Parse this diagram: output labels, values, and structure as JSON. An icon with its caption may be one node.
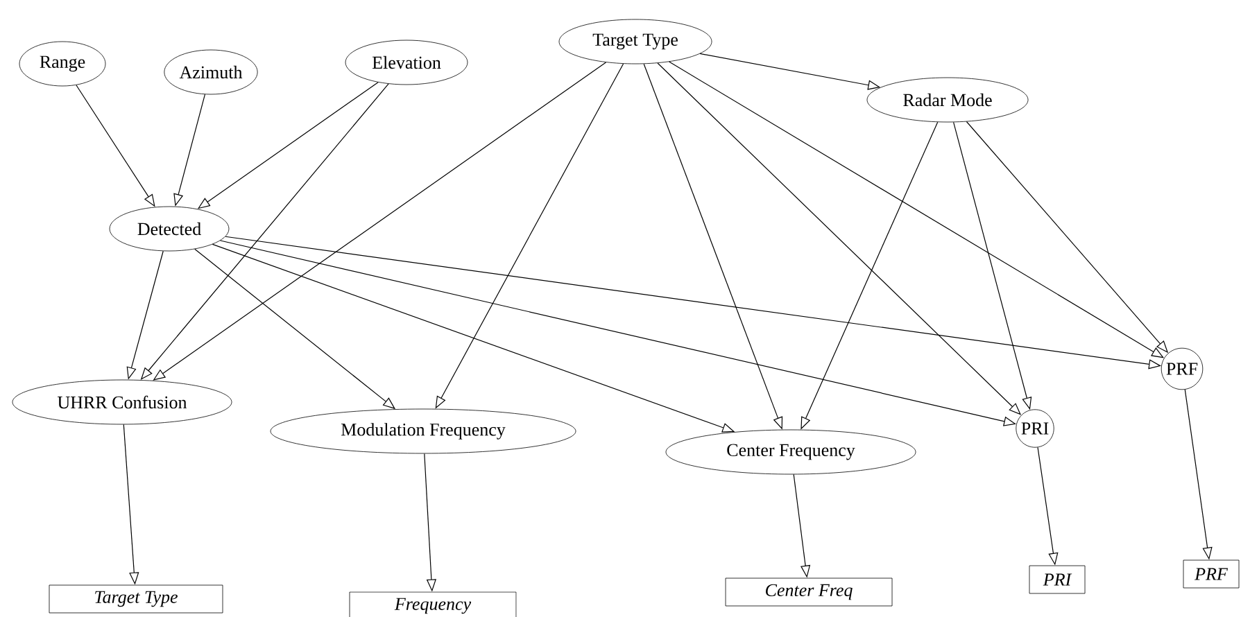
{
  "diagram": {
    "nodes": [
      {
        "text": [
          "Range"
        ]
      },
      {
        "text": [
          "Azimuth"
        ]
      },
      {
        "text": [
          "Elevation"
        ]
      },
      {
        "text": [
          "Target Type"
        ]
      },
      {
        "text": [
          "Radar Mode"
        ]
      },
      {
        "text": [
          "Detected"
        ]
      },
      {
        "text": [
          "UHRR Confusion"
        ]
      },
      {
        "text": [
          "Modulation Frequency"
        ]
      },
      {
        "text": [
          "Center Frequency"
        ]
      },
      {
        "text": [
          "PRI"
        ]
      },
      {
        "text": [
          "PRF"
        ]
      },
      {
        "text": [
          "Target Type"
        ]
      },
      {
        "text": [
          "Frequency"
        ]
      },
      {
        "text": [
          "Center Freq"
        ]
      },
      {
        "text": [
          "PRI"
        ]
      },
      {
        "text": [
          "PRF"
        ]
      }
    ],
    "edges": [
      {
        "from": 0,
        "to": 5,
        "arrow": "to"
      },
      {
        "from": 1,
        "to": 5,
        "arrow": "to"
      },
      {
        "from": 2,
        "to": 5,
        "arrow": "to"
      },
      {
        "from": 2,
        "to": 6,
        "arrow": "to"
      },
      {
        "from": 3,
        "to": 6,
        "arrow": "to"
      },
      {
        "from": 3,
        "to": 7,
        "arrow": "to"
      },
      {
        "from": 3,
        "to": 8,
        "arrow": "to"
      },
      {
        "from": 3,
        "to": 9,
        "arrow": "to"
      },
      {
        "from": 3,
        "to": 10,
        "arrow": "to"
      },
      {
        "from": 3,
        "to": 4,
        "arrow": "to"
      },
      {
        "from": 4,
        "to": 8,
        "arrow": "to"
      },
      {
        "from": 4,
        "to": 9,
        "arrow": "to"
      },
      {
        "from": 4,
        "to": 10,
        "arrow": "to"
      },
      {
        "from": 5,
        "to": 6,
        "arrow": "to"
      },
      {
        "from": 5,
        "to": 7,
        "arrow": "to"
      },
      {
        "from": 5,
        "to": 8,
        "arrow": "to"
      },
      {
        "from": 5,
        "to": 9,
        "arrow": "to"
      },
      {
        "from": 5,
        "to": 10,
        "arrow": "to"
      },
      {
        "from": 6,
        "to": 11,
        "arrow": "to"
      },
      {
        "from": 7,
        "to": 12,
        "arrow": "to"
      },
      {
        "from": 8,
        "to": 13,
        "arrow": "to"
      },
      {
        "from": 9,
        "to": 14,
        "arrow": "to"
      },
      {
        "from": 10,
        "to": 15,
        "arrow": "to"
      }
    ]
  }
}
